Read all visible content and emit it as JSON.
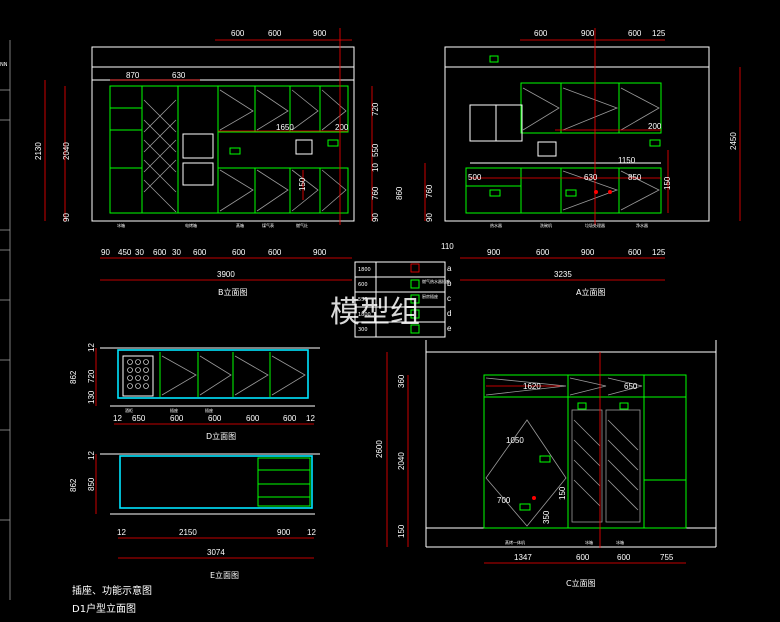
{
  "colors": {
    "background": "#000000",
    "cabinet": "#00ff00",
    "wall": "#ffffff",
    "dimension": "#ff0000",
    "island": "#00e5ff"
  },
  "left_edge_fragment": "NN",
  "B": {
    "title": "B立面图",
    "top_dims": [
      "600",
      "600",
      "900"
    ],
    "mid_dims": [
      "870",
      "630"
    ],
    "inner_dims": [
      "1650",
      "200"
    ],
    "right_v_dims": [
      "720",
      "550",
      "10",
      "760",
      "90"
    ],
    "left_v_dims": [
      "2130",
      "2040",
      "90"
    ],
    "inner_v_dim": "150",
    "base_dims": [
      "90",
      "450",
      "30",
      "600",
      "30",
      "600",
      "600",
      "600",
      "900"
    ],
    "total": "3900",
    "small_labels": [
      "冰箱",
      "电烤箱",
      "蒸箱",
      "煤气表",
      "燃气灶"
    ]
  },
  "A": {
    "title": "A立面图",
    "top_dims": [
      "600",
      "900",
      "600",
      "125"
    ],
    "inner_dims": [
      "200",
      "1150",
      "500",
      "630",
      "850",
      "150"
    ],
    "left_v_dims": [
      "860",
      "760",
      "90"
    ],
    "right_v_dim": "2450",
    "base_dims": [
      "900",
      "600",
      "900",
      "600",
      "125"
    ],
    "total": "3235",
    "small_labels": [
      "热水器",
      "洗碗机",
      "垃圾处理器",
      "净水器"
    ]
  },
  "center_gap_dim": "110",
  "legend": {
    "rows": [
      {
        "h": "1800",
        "desc": "燃气热水器插座",
        "k": "a"
      },
      {
        "h": "600",
        "desc": "厨房插座",
        "k": "b"
      },
      {
        "h": "550",
        "desc": "",
        "k": "c"
      },
      {
        "h": "1800",
        "desc": "",
        "k": "d"
      },
      {
        "h": "300",
        "desc": "",
        "k": "e"
      }
    ]
  },
  "watermark": "模型组",
  "D": {
    "title": "D立面图",
    "v_dims": [
      "862",
      "720",
      "130",
      "12"
    ],
    "base_dims": [
      "12",
      "650",
      "600",
      "600",
      "600",
      "600",
      "12"
    ],
    "small_labels": [
      "酒柜",
      "插座",
      "插座"
    ]
  },
  "E": {
    "title": "E立面图",
    "v_dims": [
      "862",
      "850",
      "12"
    ],
    "base_dims": [
      "12",
      "2150",
      "900",
      "12"
    ],
    "total": "3074"
  },
  "C": {
    "title": "C立面图",
    "left_v_dims": [
      "2600",
      "2040",
      "360",
      "150"
    ],
    "inner_dims": [
      "1620",
      "650",
      "1050",
      "700",
      "150",
      "350"
    ],
    "base_dims": [
      "1347",
      "600",
      "600",
      "755"
    ],
    "small_labels": [
      "冰箱",
      "蒸烤一体机"
    ]
  },
  "notes": {
    "line1": "插座、功能示意图",
    "line2": "D1户型立面图"
  }
}
